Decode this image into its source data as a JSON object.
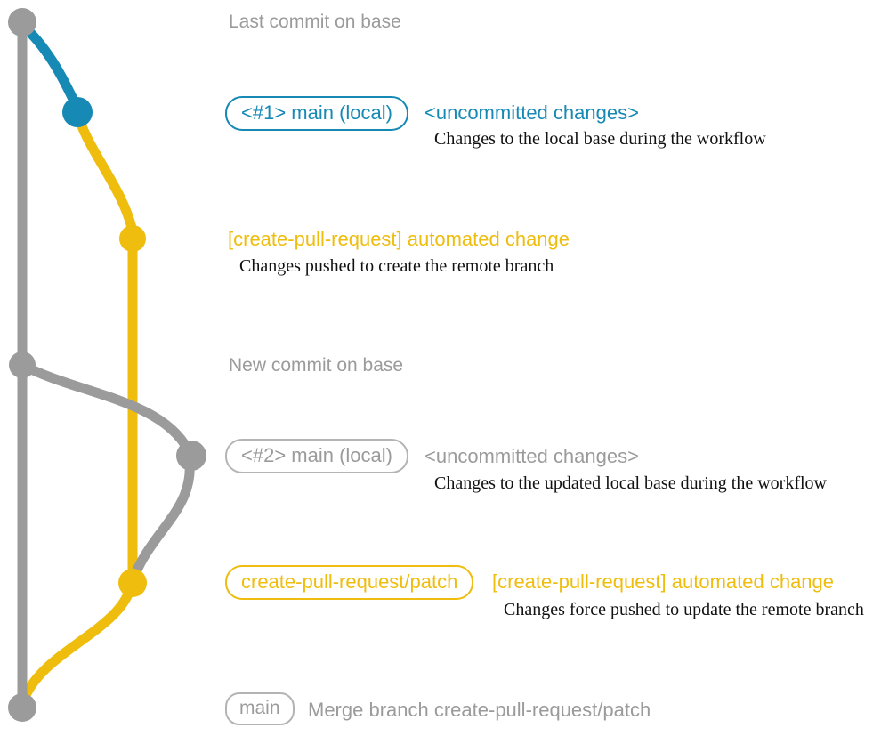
{
  "colors": {
    "base_branch": "#9b9b9b",
    "gray_badge_border": "#b4b4b4",
    "local_main_branch": "#1689b4",
    "pull_request_branch": "#eebd0d",
    "description_text": "#111111",
    "background": "#ffffff"
  },
  "labels": {
    "caption_last_commit": "Last commit on base",
    "caption_new_commit": "New commit on base",
    "badge_main_local_1": "<#1> main (local)",
    "badge_main_local_2": "<#2> main (local)",
    "badge_patch_branch": "create-pull-request/patch",
    "badge_main": "main",
    "uncommitted_changes_1": "<uncommitted changes>",
    "uncommitted_changes_2": "<uncommitted changes>",
    "automated_change_1": "[create-pull-request] automated change",
    "automated_change_2": "[create-pull-request] automated change",
    "desc_local_base": "Changes to the local base during the workflow",
    "desc_pushed_create": "Changes pushed to create the remote branch",
    "desc_updated_local_base": "Changes to the updated local base during the workflow",
    "desc_force_pushed": "Changes force pushed to update the remote branch",
    "merge_commit_message": "Merge branch create-pull-request/patch"
  },
  "graph": {
    "branches": [
      {
        "name": "base",
        "color": "#9b9b9b"
      },
      {
        "name": "main (local)",
        "color": "#1689b4"
      },
      {
        "name": "create-pull-request/patch",
        "color": "#eebd0d"
      }
    ],
    "commits": [
      {
        "id": "last-commit-on-base",
        "branch": "base",
        "color": "#9b9b9b"
      },
      {
        "id": "main-local-uncommitted-1",
        "branch": "main (local)",
        "color": "#1689b4"
      },
      {
        "id": "automated-change-1",
        "branch": "create-pull-request/patch",
        "color": "#eebd0d"
      },
      {
        "id": "new-commit-on-base",
        "branch": "base",
        "color": "#9b9b9b"
      },
      {
        "id": "main-local-uncommitted-2",
        "branch": "main (local)",
        "color": "#9b9b9b"
      },
      {
        "id": "automated-change-2-force-pushed",
        "branch": "create-pull-request/patch",
        "color": "#eebd0d"
      },
      {
        "id": "merge-commit",
        "branch": "base",
        "color": "#9b9b9b"
      }
    ]
  }
}
